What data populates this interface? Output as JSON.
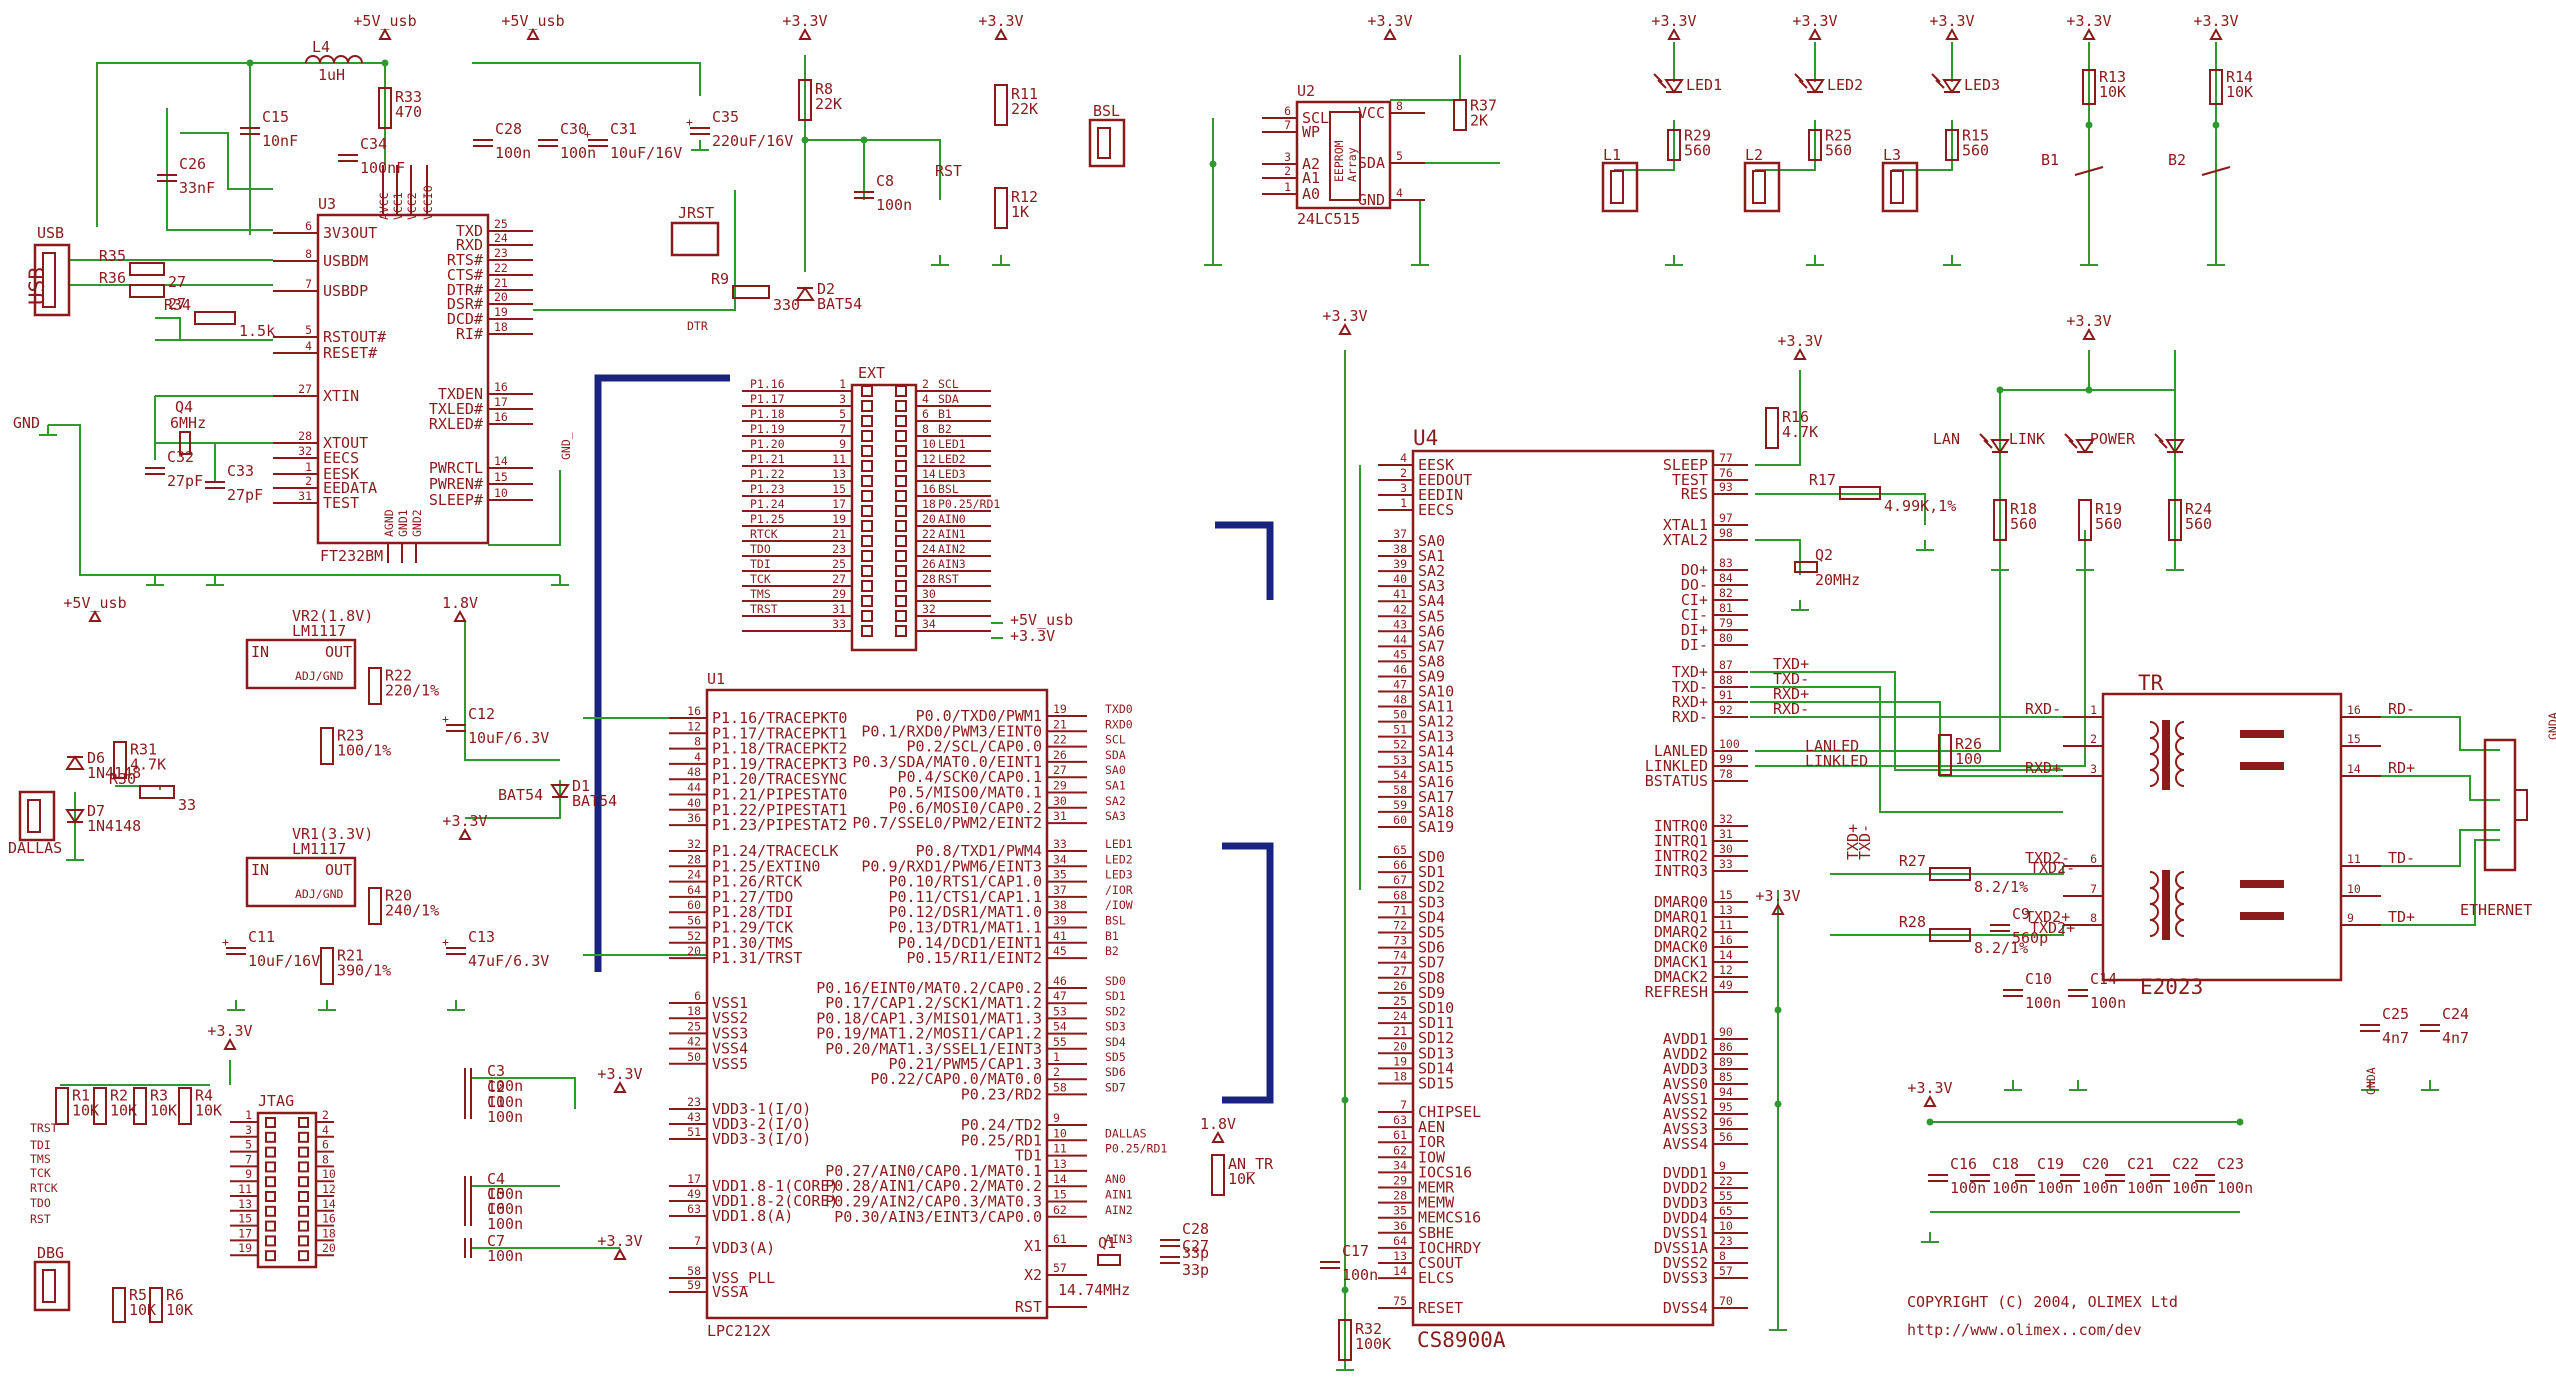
{
  "ics": {
    "ft232": {
      "ref": "U3",
      "part": "FT232BM",
      "left_pins": [
        "3V3OUT",
        "USBDM",
        "USBDP",
        "RSTOUT#",
        "RESET#",
        "XTIN",
        "XTOUT",
        "EECS",
        "EESK",
        "EEDATA",
        "TEST"
      ],
      "left_nums": [
        "6",
        "8",
        "7",
        "5",
        "4",
        "27",
        "28",
        "32",
        "1",
        "2",
        "31"
      ],
      "right_pins": [
        "TXD",
        "RXD",
        "RTS#",
        "CTS#",
        "DTR#",
        "DSR#",
        "DCD#",
        "RI#",
        "TXDEN",
        "TXLED#",
        "RXLED#",
        "PWRCTL",
        "PWREN#",
        "SLEEP#"
      ],
      "right_nums": [
        "25",
        "24",
        "23",
        "22",
        "21",
        "20",
        "19",
        "18",
        "16",
        "17",
        "16",
        "14",
        "15",
        "10"
      ],
      "top_pins": [
        "AVCC",
        "VCC1",
        "VCC2",
        "VCCIO"
      ],
      "bottom_pins": [
        "AGND",
        "GND1",
        "GND2"
      ]
    },
    "lpc": {
      "ref": "U1",
      "part": "LPC212X",
      "left_pins": [
        "P1.16/TRACEPKT0",
        "P1.17/TRACEPKT1",
        "P1.18/TRACEPKT2",
        "P1.19/TRACEPKT3",
        "P1.20/TRACESYNC",
        "P1.21/PIPESTAT0",
        "P1.22/PIPESTAT1",
        "P1.23/PIPESTAT2",
        "P1.24/TRACECLK",
        "P1.25/EXTIN0",
        "P1.26/RTCK",
        "P1.27/TDO",
        "P1.28/TDI",
        "P1.29/TCK",
        "P1.30/TMS",
        "P1.31/TRST",
        "VSS1",
        "VSS2",
        "VSS3",
        "VSS4",
        "VSS5",
        "VDD3-1(I/O)",
        "VDD3-2(I/O)",
        "VDD3-3(I/O)",
        "VDD1.8-1(CORE)",
        "VDD1.8-2(CORE)",
        "VDD1.8(A)",
        "VDD3(A)",
        "VSS_PLL",
        "VSSA"
      ],
      "left_nums": [
        "16",
        "12",
        "8",
        "4",
        "48",
        "44",
        "40",
        "36",
        "32",
        "28",
        "24",
        "64",
        "60",
        "56",
        "52",
        "20",
        "6",
        "18",
        "25",
        "42",
        "50",
        "23",
        "43",
        "51",
        "17",
        "49",
        "63",
        "7",
        "58",
        "59"
      ],
      "right_pins": [
        "P0.0/TXD0/PWM1",
        "P0.1/RXD0/PWM3/EINT0",
        "P0.2/SCL/CAP0.0",
        "P0.3/SDA/MAT0.0/EINT1",
        "P0.4/SCK0/CAP0.1",
        "P0.5/MISO0/MAT0.1",
        "P0.6/MOSI0/CAP0.2",
        "P0.7/SSEL0/PWM2/EINT2",
        "P0.8/TXD1/PWM4",
        "P0.9/RXD1/PWM6/EINT3",
        "P0.10/RTS1/CAP1.0",
        "P0.11/CTS1/CAP1.1",
        "P0.12/DSR1/MAT1.0",
        "P0.13/DTR1/MAT1.1",
        "P0.14/DCD1/EINT1",
        "P0.15/RI1/EINT2",
        "P0.16/EINT0/MAT0.2/CAP0.2",
        "P0.17/CAP1.2/SCK1/MAT1.2",
        "P0.18/CAP1.3/MISO1/MAT1.3",
        "P0.19/MAT1.2/MOSI1/CAP1.2",
        "P0.20/MAT1.3/SSEL1/EINT3",
        "P0.21/PWM5/CAP1.3",
        "P0.22/CAP0.0/MAT0.0",
        "P0.23/RD2",
        "P0.24/TD2",
        "P0.25/RD1",
        "TD1",
        "P0.27/AIN0/CAP0.1/MAT0.1",
        "P0.28/AIN1/CAP0.2/MAT0.2",
        "P0.29/AIN2/CAP0.3/MAT0.3",
        "P0.30/AIN3/EINT3/CAP0.0",
        "X1",
        "X2",
        "RST"
      ],
      "right_nums": [
        "19",
        "21",
        "22",
        "26",
        "27",
        "29",
        "30",
        "31",
        "33",
        "34",
        "35",
        "37",
        "38",
        "39",
        "41",
        "45",
        "46",
        "47",
        "53",
        "54",
        "55",
        "1",
        "2",
        "58",
        "9",
        "10",
        "11",
        "13",
        "14",
        "15",
        "62",
        "61",
        "57"
      ],
      "right_nets": [
        "TXD0",
        "RXD0",
        "SCL",
        "SDA",
        "SA0",
        "SA1",
        "SA2",
        "SA3",
        "LED1",
        "LED2",
        "LED3",
        "/IOR",
        "/IOW",
        "BSL",
        "B1",
        "B2",
        "SD0",
        "SD1",
        "SD2",
        "SD3",
        "SD4",
        "SD5",
        "SD6",
        "SD7",
        "",
        "DALLAS",
        "P0.25/RD1",
        "",
        "AN0",
        "AIN1",
        "AIN2",
        "AIN3",
        "",
        "",
        ""
      ]
    },
    "cs8900": {
      "ref": "U4",
      "part": "CS8900A",
      "left_pins": [
        "EESK",
        "EEDOUT",
        "EEDIN",
        "EECS",
        "SA0",
        "SA1",
        "SA2",
        "SA3",
        "SA4",
        "SA5",
        "SA6",
        "SA7",
        "SA8",
        "SA9",
        "SA10",
        "SA11",
        "SA12",
        "SA13",
        "SA14",
        "SA15",
        "SA16",
        "SA17",
        "SA18",
        "SA19",
        "SD0",
        "SD1",
        "SD2",
        "SD3",
        "SD4",
        "SD5",
        "SD6",
        "SD7",
        "SD8",
        "SD9",
        "SD10",
        "SD11",
        "SD12",
        "SD13",
        "SD14",
        "SD15",
        "CHIPSEL",
        "AEN",
        "IOR",
        "IOW",
        "IOCS16",
        "MEMR",
        "MEMW",
        "MEMCS16",
        "SBHE",
        "IOCHRDY",
        "CSOUT",
        "ELCS",
        "RESET"
      ],
      "left_nums": [
        "4",
        "2",
        "3",
        "1",
        "37",
        "38",
        "39",
        "40",
        "41",
        "42",
        "43",
        "44",
        "45",
        "46",
        "47",
        "48",
        "50",
        "51",
        "52",
        "53",
        "54",
        "58",
        "59",
        "60",
        "65",
        "66",
        "67",
        "68",
        "71",
        "72",
        "73",
        "74",
        "27",
        "26",
        "25",
        "24",
        "21",
        "20",
        "19",
        "18",
        "7",
        "63",
        "61",
        "62",
        "34",
        "29",
        "28",
        "35",
        "36",
        "64",
        "13",
        "14",
        "75"
      ],
      "right_pins": [
        "SLEEP",
        "TEST",
        "RES",
        "XTAL1",
        "XTAL2",
        "DO+",
        "DO-",
        "CI+",
        "CI-",
        "DI+",
        "DI-",
        "TXD+",
        "TXD-",
        "RXD+",
        "RXD-",
        "LANLED",
        "LINKLED",
        "BSTATUS",
        "INTRQ0",
        "INTRQ1",
        "INTRQ2",
        "INTRQ3",
        "DMARQ0",
        "DMARQ1",
        "DMARQ2",
        "DMACK0",
        "DMACK1",
        "DMACK2",
        "REFRESH",
        "AVDD1",
        "AVDD2",
        "AVDD3",
        "AVSS0",
        "AVSS1",
        "AVSS2",
        "AVSS3",
        "AVSS4",
        "DVDD1",
        "DVDD2",
        "DVDD3",
        "DVDD4",
        "DVSS1",
        "DVSS1A",
        "DVSS2",
        "DVSS3",
        "DVSS4"
      ],
      "right_nums": [
        "77",
        "76",
        "93",
        "97",
        "98",
        "83",
        "84",
        "82",
        "81",
        "79",
        "80",
        "87",
        "88",
        "91",
        "92",
        "100",
        "99",
        "78",
        "32",
        "31",
        "30",
        "33",
        "15",
        "13",
        "11",
        "16",
        "14",
        "12",
        "49",
        "90",
        "86",
        "89",
        "85",
        "94",
        "95",
        "96",
        "56",
        "9",
        "22",
        "55",
        "65",
        "10",
        "23",
        "8",
        "57",
        "70"
      ]
    },
    "eeprom": {
      "ref": "U2",
      "part": "24LC515",
      "left_pins": [
        "SCL",
        "WP",
        "A2",
        "A1",
        "A0"
      ],
      "left_nums": [
        "6",
        "7",
        "3",
        "2",
        "1"
      ],
      "right_pins": [
        "VCC",
        "SDA",
        "GND"
      ],
      "right_nums": [
        "8",
        "5",
        "4"
      ],
      "inner": "EEPROM\nArray"
    },
    "tr": {
      "ref": "TR",
      "part": "E2023",
      "left_nums": [
        "1",
        "2",
        "3",
        "6",
        "7",
        "8"
      ],
      "right_nums": [
        "16",
        "15",
        "14",
        "11",
        "10",
        "9"
      ],
      "left_nets": [
        "RXD-",
        "",
        "RXD+",
        "TXD2-",
        "",
        "TXD2+"
      ],
      "right_nets": [
        "RD-",
        "",
        "RD+",
        "TD-",
        "",
        "TD+"
      ]
    }
  },
  "ext": {
    "ref": "EXT",
    "left_pins": [
      "P1.16",
      "P1.17",
      "P1.18",
      "P1.19",
      "P1.20",
      "P1.21",
      "P1.22",
      "P1.23",
      "P1.24",
      "P1.25",
      "RTCK",
      "TDO",
      "TDI",
      "TCK",
      "TMS",
      "TRST",
      ""
    ],
    "left_nums": [
      "1",
      "3",
      "5",
      "7",
      "9",
      "11",
      "13",
      "15",
      "17",
      "19",
      "21",
      "23",
      "25",
      "27",
      "29",
      "31",
      "33"
    ],
    "right_pins": [
      "SCL",
      "SDA",
      "B1",
      "B2",
      "LED1",
      "LED2",
      "LED3",
      "BSL",
      "P0.25/RD1",
      "AIN0",
      "AIN1",
      "AIN2",
      "AIN3",
      "RST",
      "",
      "",
      ""
    ],
    "right_nums": [
      "2",
      "4",
      "6",
      "8",
      "10",
      "12",
      "14",
      "16",
      "18",
      "20",
      "22",
      "24",
      "26",
      "28",
      "30",
      "32",
      "34"
    ],
    "power": [
      "+5V_usb",
      "+3.3V"
    ]
  },
  "jtag": {
    "ref": "JTAG",
    "left_nets": [
      "TRST",
      "TDI",
      "TMS",
      "TCK",
      "RTCK",
      "TDO",
      "RST"
    ],
    "left_nums": [
      "1",
      "3",
      "5",
      "7",
      "9",
      "11",
      "13",
      "15",
      "17",
      "19"
    ],
    "right_nums": [
      "2",
      "4",
      "6",
      "8",
      "10",
      "12",
      "14",
      "16",
      "18",
      "20"
    ]
  },
  "power": [
    "+5V_usb",
    "+3.3V",
    "+1.8V",
    "GND"
  ],
  "rails": {
    "v33": "+3.3V",
    "v5": "+5V_usb",
    "v18": "1.8V",
    "v18b": "1.8V"
  },
  "regs": [
    {
      "ref": "VR2(1.8V)",
      "part": "LM1117",
      "in": "IN",
      "out": "OUT",
      "adj": "ADJ/GND"
    },
    {
      "ref": "VR1(3.3V)",
      "part": "LM1117",
      "in": "IN",
      "out": "OUT",
      "adj": "ADJ/GND"
    }
  ],
  "resistors": [
    {
      "ref": "R33",
      "val": "470"
    },
    {
      "ref": "R35",
      "val": "27"
    },
    {
      "ref": "R36",
      "val": "27"
    },
    {
      "ref": "R34",
      "val": "1.5k"
    },
    {
      "ref": "R8",
      "val": "22K"
    },
    {
      "ref": "R9",
      "val": "330"
    },
    {
      "ref": "R11",
      "val": "22K"
    },
    {
      "ref": "R12",
      "val": "1K"
    },
    {
      "ref": "R37",
      "val": "2K"
    },
    {
      "ref": "R29",
      "val": "560"
    },
    {
      "ref": "R25",
      "val": "560"
    },
    {
      "ref": "R15",
      "val": "560"
    },
    {
      "ref": "R13",
      "val": "10K"
    },
    {
      "ref": "R14",
      "val": "10K"
    },
    {
      "ref": "R16",
      "val": "4.7K"
    },
    {
      "ref": "R17",
      "val": "4.99K,1%"
    },
    {
      "ref": "R18",
      "val": "560"
    },
    {
      "ref": "R19",
      "val": "560"
    },
    {
      "ref": "R24",
      "val": "560"
    },
    {
      "ref": "R26",
      "val": "100"
    },
    {
      "ref": "R27",
      "val": "8.2/1%"
    },
    {
      "ref": "R28",
      "val": "8.2/1%"
    },
    {
      "ref": "R22",
      "val": "220/1%"
    },
    {
      "ref": "R23",
      "val": "100/1%"
    },
    {
      "ref": "R20",
      "val": "240/1%"
    },
    {
      "ref": "R21",
      "val": "390/1%"
    },
    {
      "ref": "R31",
      "val": "4.7K"
    },
    {
      "ref": "R30",
      "val": "33"
    },
    {
      "ref": "R1",
      "val": "10K"
    },
    {
      "ref": "R2",
      "val": "10K"
    },
    {
      "ref": "R3",
      "val": "10K"
    },
    {
      "ref": "R4",
      "val": "10K"
    },
    {
      "ref": "R5",
      "val": "10K"
    },
    {
      "ref": "R6",
      "val": "10K"
    },
    {
      "ref": "R32",
      "val": "100K"
    },
    {
      "ref": "AN_TR",
      "val": "10K"
    }
  ],
  "capacitors": [
    {
      "ref": "C15",
      "val": "10nF"
    },
    {
      "ref": "C26",
      "val": "33nF"
    },
    {
      "ref": "C34",
      "val": "100nF"
    },
    {
      "ref": "C28",
      "val": "100n"
    },
    {
      "ref": "C30",
      "val": "100n"
    },
    {
      "ref": "C31",
      "val": "10uF/16V"
    },
    {
      "ref": "C35",
      "val": "220uF/16V"
    },
    {
      "ref": "C32",
      "val": "27pF"
    },
    {
      "ref": "C33",
      "val": "27pF"
    },
    {
      "ref": "C8",
      "val": "100n"
    },
    {
      "ref": "C12",
      "val": "10uF/6.3V"
    },
    {
      "ref": "C11",
      "val": "10uF/16V"
    },
    {
      "ref": "C13",
      "val": "47uF/6.3V"
    },
    {
      "ref": "C3",
      "val": "100n"
    },
    {
      "ref": "C2",
      "val": "100n"
    },
    {
      "ref": "C1",
      "val": "100n"
    },
    {
      "ref": "C4",
      "val": "100n"
    },
    {
      "ref": "C5",
      "val": "100n"
    },
    {
      "ref": "C6",
      "val": "100n"
    },
    {
      "ref": "C7",
      "val": "100n"
    },
    {
      "ref": "C28",
      "val": "33p"
    },
    {
      "ref": "C27",
      "val": "33p"
    },
    {
      "ref": "C17",
      "val": "100n"
    },
    {
      "ref": "C9",
      "val": "560p"
    },
    {
      "ref": "C10",
      "val": "100n"
    },
    {
      "ref": "C14",
      "val": "100n"
    },
    {
      "ref": "C25",
      "val": "4n7"
    },
    {
      "ref": "C24",
      "val": "4n7"
    },
    {
      "ref": "C16",
      "val": "100n"
    },
    {
      "ref": "C18",
      "val": "100n"
    },
    {
      "ref": "C19",
      "val": "100n"
    },
    {
      "ref": "C20",
      "val": "100n"
    },
    {
      "ref": "C21",
      "val": "100n"
    },
    {
      "ref": "C22",
      "val": "100n"
    },
    {
      "ref": "C23",
      "val": "100n"
    }
  ],
  "misc": {
    "L4": "L4",
    "L4val": "1uH",
    "Q4": "Q4",
    "Q4val": "6MHz",
    "Q2": "Q2",
    "Q2val": "20MHz",
    "Q1": "Q1",
    "Q1val": "14.74MHz",
    "D2": "D2",
    "D2val": "BAT54",
    "D1": "D1",
    "D1val": "BAT54",
    "D6": "D6",
    "D6val": "1N4148",
    "D7": "D7",
    "D7val": "1N4148",
    "jrst": "JRST",
    "dtr": "DTR",
    "rst": "RST",
    "bsl": "BSL",
    "usb": "USB",
    "dallas": "DALLAS",
    "dbg": "DBG",
    "leds": [
      "LED1",
      "LED2",
      "LED3"
    ],
    "l_conn": [
      "L1",
      "L2",
      "L3"
    ],
    "btn": [
      "B1",
      "B2"
    ],
    "status_leds": [
      "LAN",
      "LINK",
      "POWER"
    ],
    "ethernet": "ETHERNET",
    "gnda": "GNDA",
    "gnd": "GND",
    "gnd_": "GND_",
    "lanled": "LANLED",
    "linkled": "LINKLED",
    "nets_tr": [
      "RXD-",
      "RXD+",
      "TXD2-",
      "TXD2+",
      "RD-",
      "RD+",
      "TD-",
      "TD+",
      "TXD+",
      "TXD-"
    ],
    "nets_cs": [
      "TXD+",
      "TXD-",
      "RXD+",
      "RXD-"
    ],
    "copyright": "COPYRIGHT (C) 2004, OLIMEX Ltd",
    "url": "http://www.olimex..com/dev"
  }
}
